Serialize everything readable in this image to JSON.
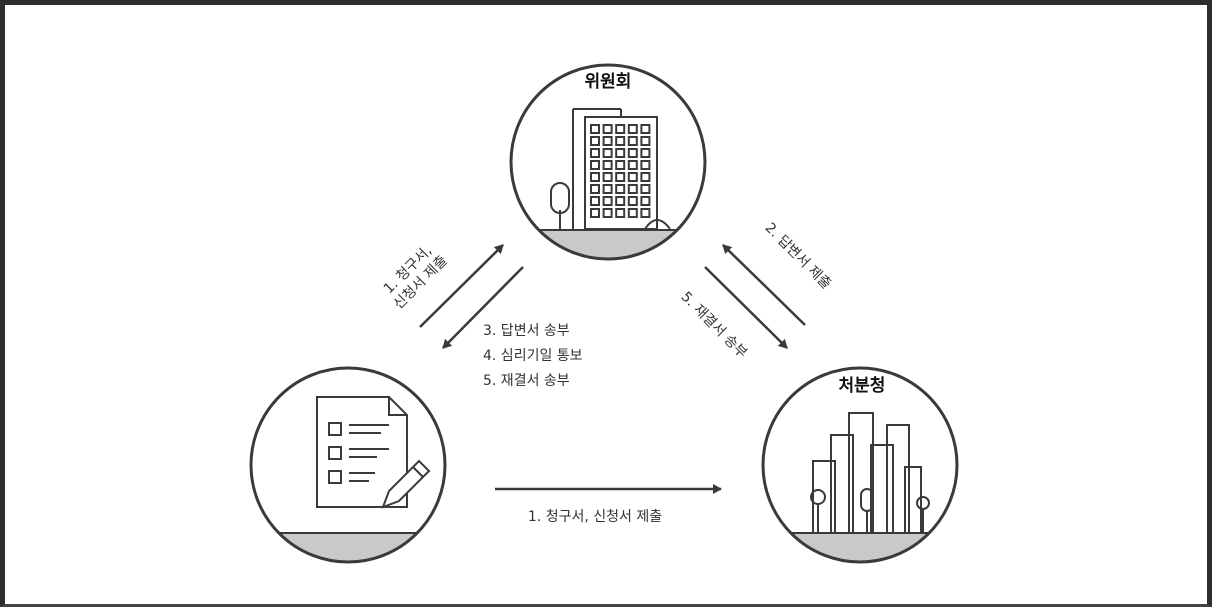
{
  "nodes": {
    "committee": {
      "label": "위원회"
    },
    "agency": {
      "label": "처분청"
    },
    "applicant": {
      "label": ""
    }
  },
  "edges": {
    "applicant_to_committee": {
      "lines": [
        "1. 청구서,",
        "신청서 제출"
      ]
    },
    "committee_to_applicant": {
      "lines": [
        "3. 답변서 송부",
        "4. 심리기일 통보",
        "5. 재결서 송부"
      ]
    },
    "committee_to_agency": {
      "lines": [
        "5. 재결서 송부"
      ]
    },
    "agency_to_committee": {
      "lines": [
        "2. 답변서 제출"
      ]
    },
    "applicant_to_agency": {
      "lines": [
        "1. 청구서, 신청서 제출"
      ]
    }
  },
  "colors": {
    "stroke": "#3a3a3a",
    "ground": "#c9c9c9",
    "text": "#333333"
  }
}
